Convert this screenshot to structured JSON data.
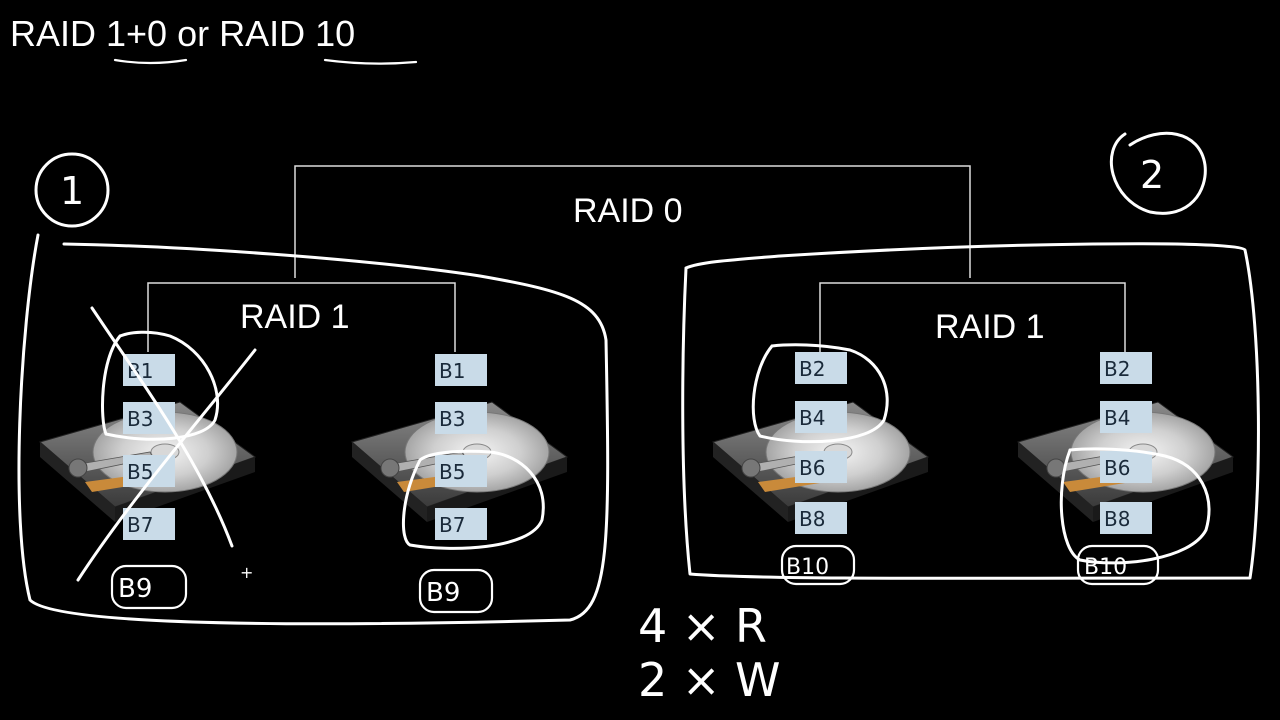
{
  "title": "RAID 1+0 or RAID 10",
  "top_label": "RAID 0",
  "groups": [
    {
      "number": "1",
      "label": "RAID 1",
      "disks": [
        {
          "blocks": [
            "B1",
            "B3",
            "B5",
            "B7"
          ],
          "note": "B9"
        },
        {
          "blocks": [
            "B1",
            "B3",
            "B5",
            "B7"
          ],
          "note": "B9"
        }
      ]
    },
    {
      "number": "2",
      "label": "RAID 1",
      "disks": [
        {
          "blocks": [
            "B2",
            "B4",
            "B6",
            "B8"
          ],
          "note": "B10"
        },
        {
          "blocks": [
            "B2",
            "B4",
            "B6",
            "B8"
          ],
          "note": "B10"
        }
      ]
    }
  ],
  "notes": {
    "reads": "4 × R",
    "writes": "2 × W"
  },
  "colors": {
    "background": "#000000",
    "block_fill": "#c9dbe8",
    "ink": "#ffffff"
  }
}
